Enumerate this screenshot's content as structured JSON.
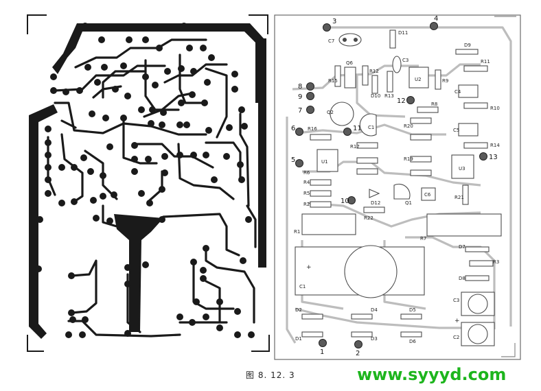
{
  "figure": {
    "caption": "图 8. 12. 3",
    "watermark": "www.syyyd.com",
    "colors": {
      "copper": "#1a1a1a",
      "silkscreen_trace": "#b9b9b9",
      "silkscreen_line": "#4a4a4a",
      "watermark": "#1db51d"
    }
  },
  "component_board": {
    "terminals": [
      "3",
      "4",
      "8",
      "9",
      "7",
      "6",
      "5",
      "12",
      "11",
      "13",
      "10",
      "1",
      "2"
    ],
    "components": [
      {
        "label": "C7",
        "part": "capacitor"
      },
      {
        "label": "D11",
        "part": "diode"
      },
      {
        "label": "D9",
        "part": "diode"
      },
      {
        "label": "R11",
        "part": "resistor"
      },
      {
        "label": "R15",
        "part": "resistor"
      },
      {
        "label": "Q6",
        "part": "transistor"
      },
      {
        "label": "R12",
        "part": "resistor"
      },
      {
        "label": "D10",
        "part": "diode"
      },
      {
        "label": "R13",
        "part": "resistor"
      },
      {
        "label": "C3",
        "part": "capacitor"
      },
      {
        "label": "U2",
        "part": "ic"
      },
      {
        "label": "R9",
        "part": "resistor"
      },
      {
        "label": "C4",
        "part": "capacitor"
      },
      {
        "label": "R10",
        "part": "resistor"
      },
      {
        "label": "Q2",
        "part": "transistor"
      },
      {
        "label": "R8",
        "part": "resistor"
      },
      {
        "label": "R16",
        "part": "resistor"
      },
      {
        "label": "C1",
        "part": "capacitor"
      },
      {
        "label": "R20",
        "part": "resistor"
      },
      {
        "label": "C5",
        "part": "capacitor"
      },
      {
        "label": "R17",
        "part": "resistor"
      },
      {
        "label": "R14",
        "part": "resistor"
      },
      {
        "label": "U1",
        "part": "ic"
      },
      {
        "label": "R19",
        "part": "resistor"
      },
      {
        "label": "U3",
        "part": "ic"
      },
      {
        "label": "R4",
        "part": "resistor"
      },
      {
        "label": "R5",
        "part": "resistor"
      },
      {
        "label": "R2",
        "part": "resistor"
      },
      {
        "label": "D12",
        "part": "led"
      },
      {
        "label": "Q1",
        "part": "transistor"
      },
      {
        "label": "C6",
        "part": "capacitor"
      },
      {
        "label": "R6",
        "part": "resistor"
      },
      {
        "label": "R21",
        "part": "resistor"
      },
      {
        "label": "R22",
        "part": "resistor"
      },
      {
        "label": "R1",
        "part": "power-resistor"
      },
      {
        "label": "R7",
        "part": "power-resistor"
      },
      {
        "label": "D7",
        "part": "diode"
      },
      {
        "label": "R3",
        "part": "resistor"
      },
      {
        "label": "D8",
        "part": "diode"
      },
      {
        "label": "C1",
        "part": "electrolytic-capacitor"
      },
      {
        "label": "C3",
        "part": "capacitor"
      },
      {
        "label": "C2",
        "part": "capacitor"
      },
      {
        "label": "D2",
        "part": "diode"
      },
      {
        "label": "D4",
        "part": "diode"
      },
      {
        "label": "D5",
        "part": "diode"
      },
      {
        "label": "D1",
        "part": "diode"
      },
      {
        "label": "D3",
        "part": "diode"
      },
      {
        "label": "D6",
        "part": "diode"
      }
    ]
  }
}
